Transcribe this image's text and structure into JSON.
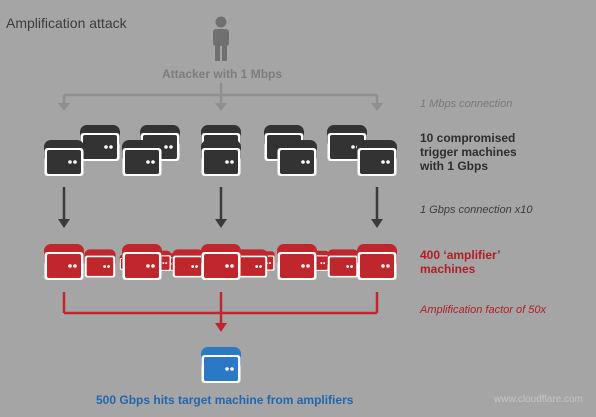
{
  "title": "Amplification attack",
  "attacker": {
    "label": "Attacker with 1 Mbps",
    "icon": "person-icon"
  },
  "connection_1": "1 Mbps connection",
  "trigger": {
    "lines": [
      "10 compromised",
      "trigger machines",
      "with 1 Gbps"
    ],
    "icon": "server-icon"
  },
  "connection_2": "1 Gbps connection x10",
  "amplifiers": {
    "lines": [
      "400 ‘amplifier’",
      "machines"
    ],
    "icon": "server-icon"
  },
  "amplification": "Amplification factor of 50x",
  "target": {
    "label": "500 Gbps hits target machine from amplifiers",
    "icon": "server-icon"
  },
  "watermark": "www.cloudflare.com",
  "colors": {
    "background": "#a5a5a5",
    "trigger_machine": "#333333",
    "amplifier": "#c0272d",
    "amplifier_text": "#b01f24",
    "target": "#2b79c6",
    "target_text": "#2266b0",
    "arrow_gray": "#8f8f8f",
    "arrow_dark": "#3a3a3a",
    "arrow_red": "#c0272d"
  }
}
